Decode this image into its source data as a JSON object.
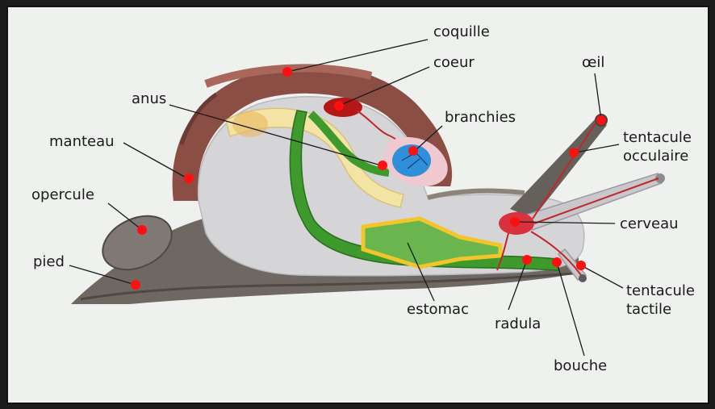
{
  "labels": {
    "coquille": "coquille",
    "coeur": "coeur",
    "oeil": "œil",
    "anus": "anus",
    "branchies": "branchies",
    "manteau": "manteau",
    "tentacule_occulaire_1": "tentacule",
    "tentacule_occulaire_2": "occulaire",
    "opercule": "opercule",
    "cerveau": "cerveau",
    "pied": "pied",
    "tentacule_tactile_1": "tentacule",
    "tentacule_tactile_2": "tactile",
    "estomac": "estomac",
    "radula": "radula",
    "bouche": "bouche"
  },
  "colors": {
    "marker": "#ff1010",
    "shell": "#8b4e45",
    "foot": "#6e6762",
    "body": "#d5d5d8",
    "digestive": "#3e9a2c",
    "gland": "#f2c62a",
    "heart": "#b51616",
    "gills": "#2f8fd8",
    "brain": "#d9323e"
  }
}
